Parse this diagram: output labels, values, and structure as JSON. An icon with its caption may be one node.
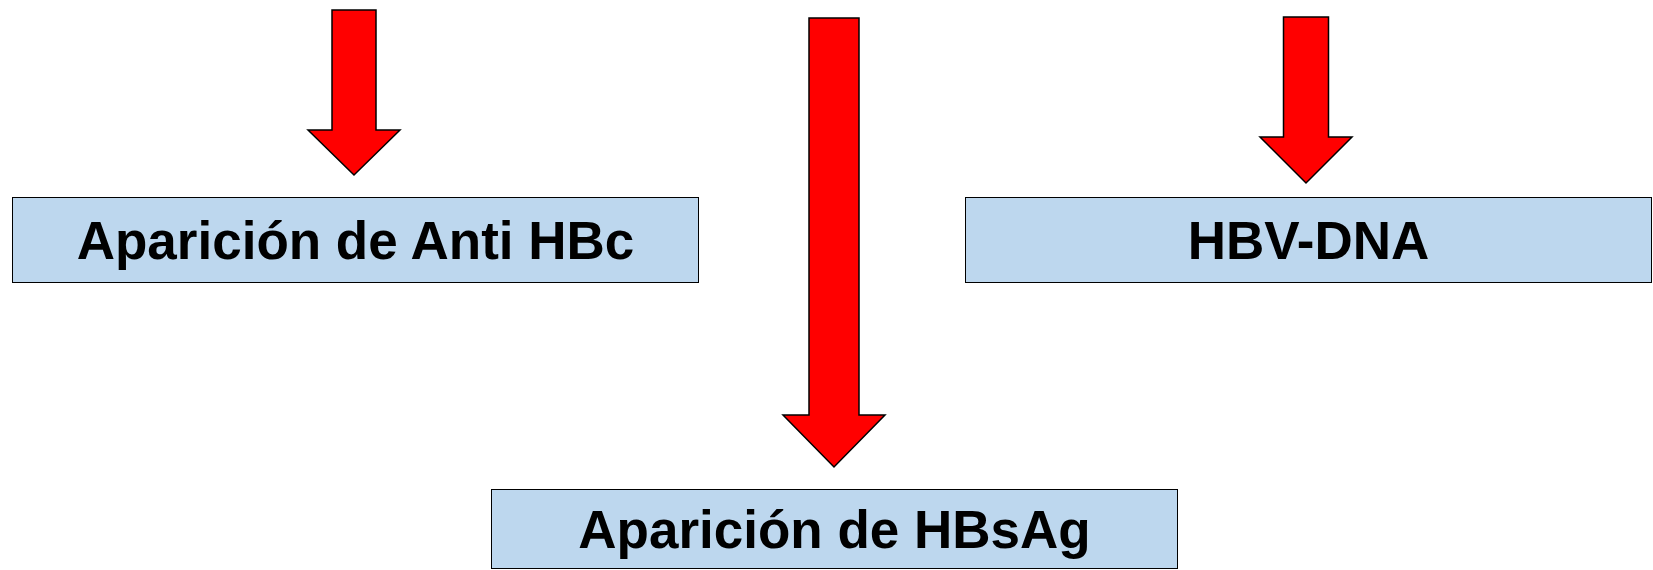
{
  "diagram": {
    "nodes": [
      {
        "text": [
          "Aparición de Anti HBc"
        ]
      },
      {
        "text": [
          "HBV-DNA"
        ]
      },
      {
        "text": [
          "Aparición de HBsAg"
        ]
      }
    ],
    "edges": [
      {
        "from": null,
        "to": 0,
        "arrow": "to"
      },
      {
        "from": null,
        "to": 2,
        "arrow": "to"
      },
      {
        "from": null,
        "to": 1,
        "arrow": "to"
      }
    ]
  }
}
